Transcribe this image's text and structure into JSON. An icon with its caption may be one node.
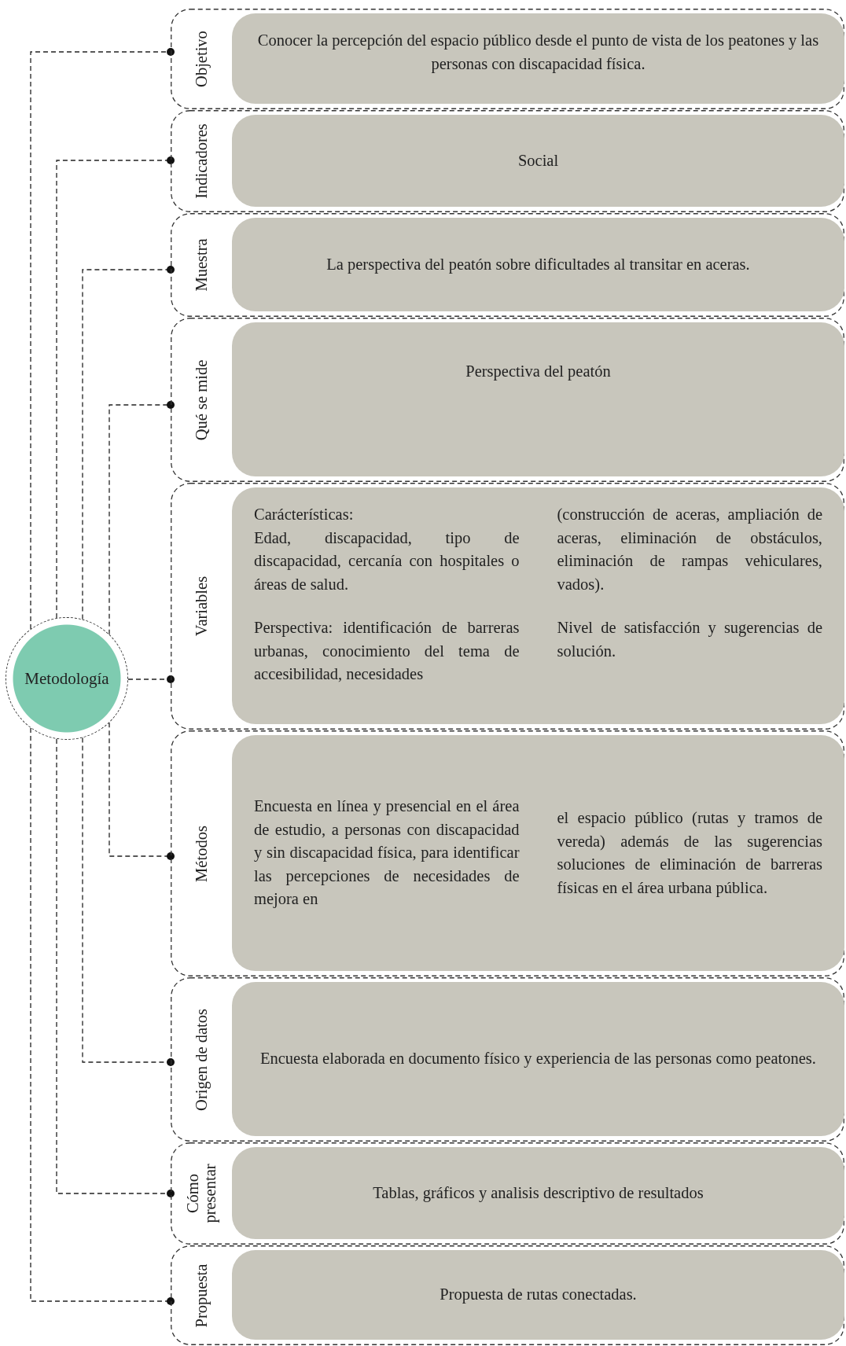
{
  "diagram": {
    "nodes": [
      {
        "text": [
          "Metodología"
        ]
      },
      {
        "text": [
          "Objetivo"
        ]
      },
      {
        "text": [
          "Conocer la percepción del espacio público desde el punto de vista de los peatones y las personas con discapacidad física."
        ],
        "in": 1
      },
      {
        "text": [
          "Indicadores"
        ]
      },
      {
        "text": [
          "Social"
        ],
        "in": 3
      },
      {
        "text": [
          "Muestra"
        ]
      },
      {
        "text": [
          "La perspectiva del peatón sobre dificultades al transitar en aceras."
        ],
        "in": 5
      },
      {
        "text": [
          "Qué se mide"
        ]
      },
      {
        "text": [
          "Perspectiva del peatón"
        ],
        "in": 7
      },
      {
        "text": [
          "Variables"
        ]
      },
      {
        "text": [
          "Carácterísticas:",
          "Edad, discapacidad, tipo de discapacidad, cercanía con hospitales o áreas de salud.",
          "Perspectiva: identificación de barreras urbanas, conocimiento del tema de accesibilidad, necesidades",
          "(construcción de aceras, ampliación de aceras, eliminación de obstáculos, eliminación de rampas vehiculares, vados).",
          "Nivel de satisfacción y sugerencias de solución."
        ],
        "in": 9
      },
      {
        "text": [
          "Métodos"
        ]
      },
      {
        "text": [
          "Encuesta en línea y presencial en el área de estudio, a personas con discapacidad y sin discapacidad física, para identificar las percepciones de necesidades de mejora en",
          "el espacio público (rutas y tramos de vereda) además de las sugerencias soluciones de eliminación de barreras físicas en el área urbana pública."
        ],
        "in": 11
      },
      {
        "text": [
          "Origen de datos"
        ]
      },
      {
        "text": [
          "Encuesta elaborada en documento físico y experiencia de las personas como peatones."
        ],
        "in": 13
      },
      {
        "text": [
          "Cómo presentar"
        ]
      },
      {
        "text": [
          "Tablas, gráficos y analisis descriptivo de resultados"
        ],
        "in": 15
      },
      {
        "text": [
          "Propuesta"
        ]
      },
      {
        "text": [
          "Propuesta de rutas conectadas."
        ],
        "in": 17
      }
    ],
    "edges": [
      {
        "from": 0,
        "to": 1,
        "arrow": "other",
        "style": "dashed"
      },
      {
        "from": 0,
        "to": 3,
        "arrow": "other",
        "style": "dashed"
      },
      {
        "from": 0,
        "to": 5,
        "arrow": "other",
        "style": "dashed"
      },
      {
        "from": 0,
        "to": 7,
        "arrow": "other",
        "style": "dashed"
      },
      {
        "from": 0,
        "to": 9,
        "arrow": "other",
        "style": "dashed"
      },
      {
        "from": 0,
        "to": 11,
        "arrow": "other",
        "style": "dashed"
      },
      {
        "from": 0,
        "to": 13,
        "arrow": "other",
        "style": "dashed"
      },
      {
        "from": 0,
        "to": 15,
        "arrow": "other",
        "style": "dashed"
      },
      {
        "from": 0,
        "to": 17,
        "arrow": "other",
        "style": "dashed"
      }
    ]
  }
}
